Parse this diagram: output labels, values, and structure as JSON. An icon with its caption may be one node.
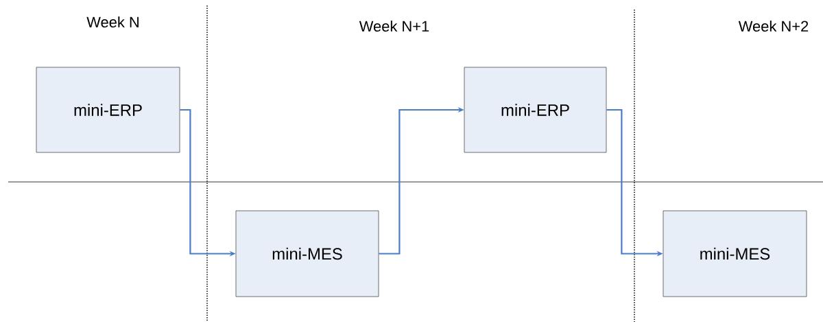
{
  "diagram": {
    "nodes": [
      {
        "text": [
          "mini-ERP"
        ]
      },
      {
        "text": [
          "mini-MES"
        ]
      },
      {
        "text": [
          "mini-ERP"
        ]
      },
      {
        "text": [
          "mini-MES"
        ]
      }
    ],
    "edges": [
      {
        "from": 0,
        "to": 1,
        "arrow": "to"
      },
      {
        "from": 1,
        "to": 2,
        "arrow": "to"
      },
      {
        "from": 2,
        "to": 3,
        "arrow": "to"
      }
    ],
    "labels": [
      "Week N",
      "Week N+1",
      "Week N+2"
    ]
  }
}
